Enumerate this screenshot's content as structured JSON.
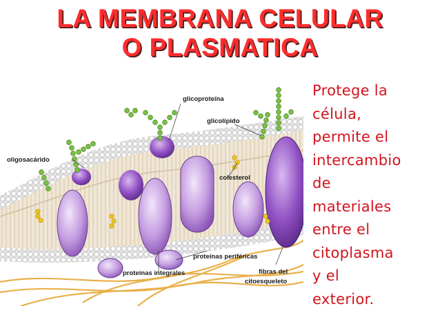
{
  "slide": {
    "title_lines": [
      "LA MEMBRANA CELULAR",
      "O PLASMATICA"
    ],
    "description_lines": [
      "Protege la",
      "célula,",
      "permite el",
      "intercambio",
      "de",
      "materiales",
      "entre el",
      "citoplasma",
      "y el",
      "exterior."
    ]
  },
  "figure": {
    "labels": {
      "glycoprotein": "glicoproteína",
      "glycolipid": "glicolípido",
      "oligosaccharide": "oligosacárido",
      "cholesterol": "colesterol",
      "peripheral_proteins": "proteínas periféricas",
      "integral_proteins": "proteínas integrales",
      "cytoskeleton_fibers_1": "fibras del",
      "cytoskeleton_fibers_2": "citoesqueleto"
    }
  },
  "colors": {
    "title": "#ff2d2d",
    "text": "#d2141e",
    "protein": "#b78ad6",
    "sugar": "#7bc242",
    "fiber": "#e8b04a"
  }
}
